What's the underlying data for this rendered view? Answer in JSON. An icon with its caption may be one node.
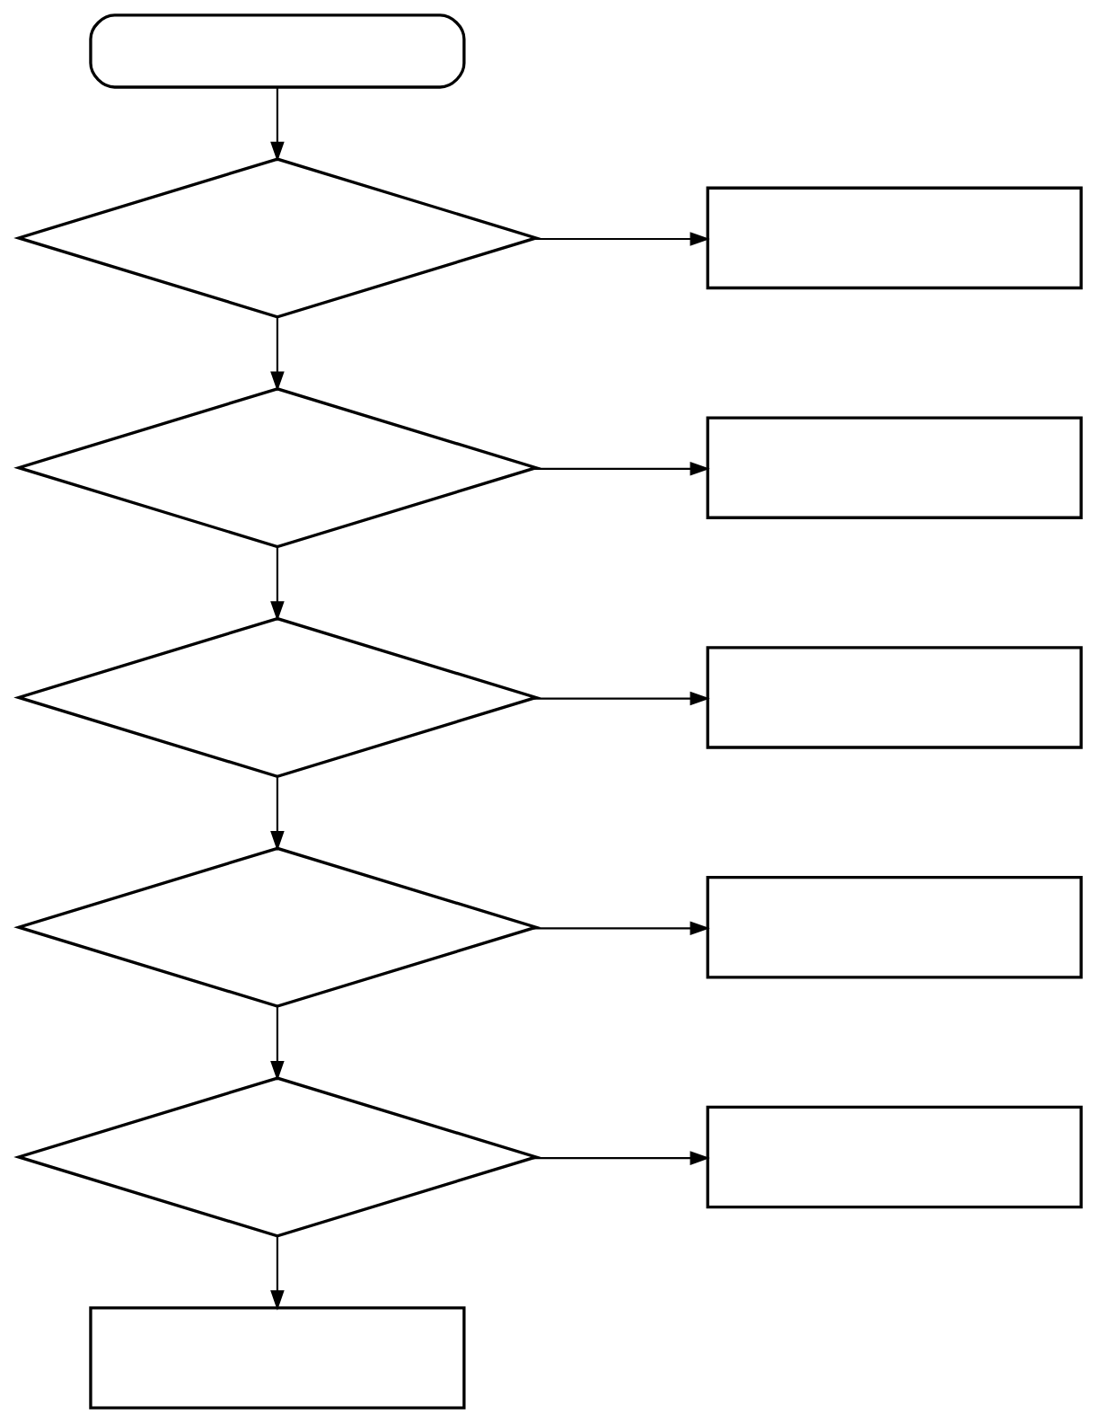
{
  "diagram": {
    "nodes": [
      {
        "text": [],
        "shape": "oval"
      },
      {
        "text": [],
        "shape": "diamond"
      },
      {
        "text": [],
        "shape": "box"
      },
      {
        "text": [],
        "shape": "diamond"
      },
      {
        "text": [],
        "shape": "box"
      },
      {
        "text": [],
        "shape": "diamond"
      },
      {
        "text": [],
        "shape": "box"
      },
      {
        "text": [],
        "shape": "diamond"
      },
      {
        "text": [],
        "shape": "box"
      },
      {
        "text": [],
        "shape": "diamond"
      },
      {
        "text": [],
        "shape": "box"
      },
      {
        "text": [],
        "shape": "box"
      }
    ],
    "edges": [
      {
        "from": 0,
        "to": 1,
        "arrow": "to"
      },
      {
        "from": 1,
        "to": 2,
        "arrow": "to"
      },
      {
        "from": 1,
        "to": 3,
        "arrow": "to"
      },
      {
        "from": 3,
        "to": 4,
        "arrow": "to"
      },
      {
        "from": 3,
        "to": 5,
        "arrow": "to"
      },
      {
        "from": 5,
        "to": 6,
        "arrow": "to"
      },
      {
        "from": 5,
        "to": 7,
        "arrow": "to"
      },
      {
        "from": 7,
        "to": 8,
        "arrow": "to"
      },
      {
        "from": 7,
        "to": 9,
        "arrow": "to"
      },
      {
        "from": 9,
        "to": 10,
        "arrow": "to"
      },
      {
        "from": 9,
        "to": 11,
        "arrow": "to"
      }
    ]
  }
}
